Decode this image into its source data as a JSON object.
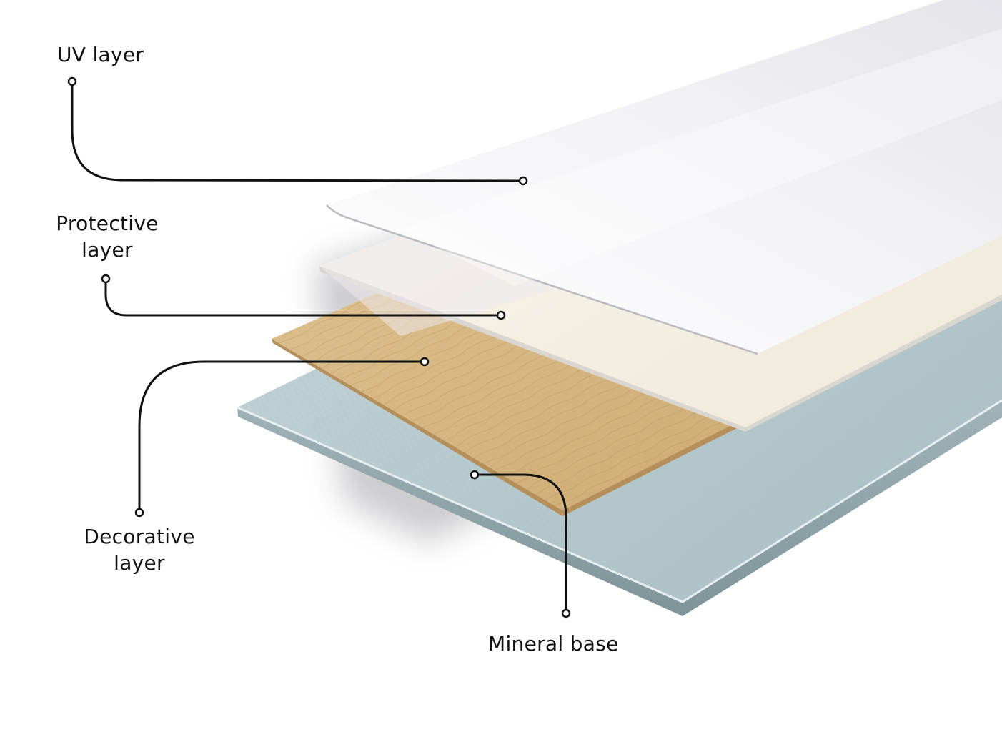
{
  "layers": [
    {
      "id": "uv",
      "lines": [
        "UV layer"
      ]
    },
    {
      "id": "protective",
      "lines": [
        "Protective",
        "layer"
      ]
    },
    {
      "id": "decorative",
      "lines": [
        "Decorative",
        "layer"
      ]
    },
    {
      "id": "mineral",
      "lines": [
        "Mineral base"
      ]
    }
  ],
  "colors": {
    "label_text": "#111111",
    "leader_line": "#111111",
    "uv_layer": "#f4f4f6",
    "protective_layer": "#f5f1e6",
    "decorative_layer": "#d9bb8b",
    "mineral_base": "#b9ccd0"
  }
}
